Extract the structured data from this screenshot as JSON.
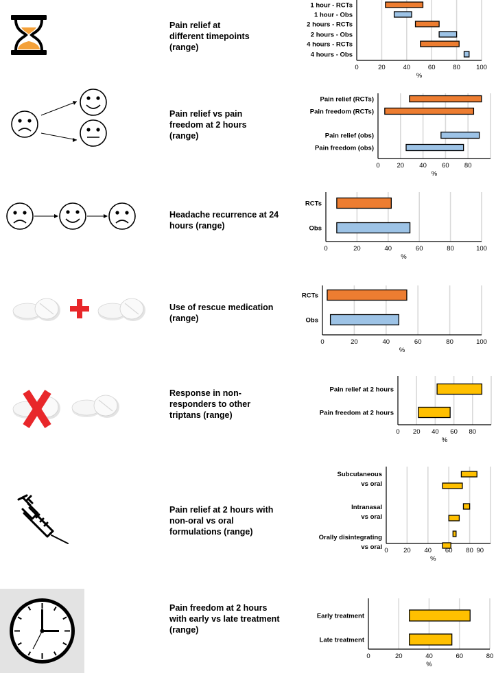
{
  "colors": {
    "orange": "#ED7D31",
    "blue": "#9DC3E6",
    "yellow": "#FFC000",
    "grid": "#D9D9D9"
  },
  "rows": [
    {
      "label": "Pain relief at\ndifferent timepoints\n(range)",
      "icon": "hourglass-icon"
    },
    {
      "label": "Pain relief vs pain\nfreedom at 2 hours\n(range)",
      "icon": "sad-to-happy-neutral-faces-icon"
    },
    {
      "label": "Headache recurrence at 24\nhours (range)",
      "icon": "sad-happy-sad-faces-icon"
    },
    {
      "label": "Use of rescue medication\n(range)",
      "icon": "two-pills-plus-icon"
    },
    {
      "label": "Response  in non-\nresponders to other\ntriptans (range)",
      "icon": "crossed-pill-icon"
    },
    {
      "label": "Pain relief at 2 hours with\nnon-oral vs oral\nformulations (range)",
      "icon": "syringe-icon"
    },
    {
      "label": "Pain freedom at 2 hours\nwith early vs late treatment\n(range)",
      "icon": "clock-icon"
    }
  ],
  "chart_data": [
    {
      "type": "bar",
      "orientation": "horizontal",
      "xlabel": "%",
      "xlim": [
        0,
        100
      ],
      "xticks": [
        0,
        20,
        40,
        60,
        80,
        100
      ],
      "bars": [
        {
          "label": "1 hour - RCTs",
          "range": [
            23,
            53
          ],
          "color": "orange"
        },
        {
          "label": "1 hour - Obs",
          "range": [
            30,
            44
          ],
          "color": "blue"
        },
        {
          "label": "2 hours - RCTs",
          "range": [
            47,
            66
          ],
          "color": "orange"
        },
        {
          "label": "2 hours - Obs",
          "range": [
            66,
            80
          ],
          "color": "blue"
        },
        {
          "label": "4 hours - RCTs",
          "range": [
            51,
            82
          ],
          "color": "orange"
        },
        {
          "label": "4 hours - Obs",
          "range": [
            86,
            90
          ],
          "color": "blue"
        }
      ]
    },
    {
      "type": "bar",
      "orientation": "horizontal",
      "xlabel": "%",
      "xlim": [
        0,
        100
      ],
      "xticks": [
        0,
        20,
        40,
        60,
        80
      ],
      "bars": [
        {
          "label": "Pain relief (RCTs)",
          "range": [
            28,
            92
          ],
          "color": "orange"
        },
        {
          "label": "Pain freedom (RCTs)",
          "range": [
            6,
            85
          ],
          "color": "orange"
        },
        {
          "label": "Pain relief (obs)",
          "range": [
            56,
            90
          ],
          "color": "blue"
        },
        {
          "label": "Pain freedom (obs)",
          "range": [
            25,
            76
          ],
          "color": "blue"
        }
      ]
    },
    {
      "type": "bar",
      "orientation": "horizontal",
      "xlabel": "%",
      "xlim": [
        0,
        100
      ],
      "xticks": [
        0,
        20,
        40,
        60,
        80,
        100
      ],
      "bars": [
        {
          "label": "RCTs",
          "range": [
            7,
            42
          ],
          "color": "orange"
        },
        {
          "label": "Obs",
          "range": [
            7,
            54
          ],
          "color": "blue"
        }
      ]
    },
    {
      "type": "bar",
      "orientation": "horizontal",
      "xlabel": "%",
      "xlim": [
        0,
        100
      ],
      "xticks": [
        0,
        20,
        40,
        60,
        80,
        100
      ],
      "bars": [
        {
          "label": "RCTs",
          "range": [
            3,
            53
          ],
          "color": "orange"
        },
        {
          "label": "Obs",
          "range": [
            5,
            48
          ],
          "color": "blue"
        }
      ]
    },
    {
      "type": "bar",
      "orientation": "horizontal",
      "xlabel": "%",
      "xlim": [
        0,
        100
      ],
      "xticks": [
        0,
        20,
        40,
        60,
        80
      ],
      "bars": [
        {
          "label": "Pain relief at 2 hours",
          "range": [
            42,
            90
          ],
          "color": "yellow"
        },
        {
          "label": "Pain freedom at 2 hours",
          "range": [
            22,
            56
          ],
          "color": "yellow"
        }
      ]
    },
    {
      "type": "bar",
      "orientation": "horizontal",
      "xlabel": "%",
      "xlim": [
        0,
        100
      ],
      "xticks": [
        0,
        20,
        40,
        60,
        80,
        90
      ],
      "groups": [
        "Subcutaneous\nvs oral",
        "Intranasal\nvs oral",
        "Orally disintegrating\nvs oral"
      ],
      "bars": [
        {
          "group": 0,
          "range": [
            72,
            87
          ],
          "color": "yellow"
        },
        {
          "group": 0,
          "range": [
            54,
            73
          ],
          "color": "yellow"
        },
        {
          "group": 1,
          "range": [
            74,
            80
          ],
          "color": "yellow"
        },
        {
          "group": 1,
          "range": [
            60,
            70
          ],
          "color": "yellow"
        },
        {
          "group": 2,
          "range": [
            64,
            67
          ],
          "color": "yellow"
        },
        {
          "group": 2,
          "range": [
            54,
            62
          ],
          "color": "yellow"
        }
      ]
    },
    {
      "type": "bar",
      "orientation": "horizontal",
      "xlabel": "%",
      "xlim": [
        0,
        80
      ],
      "xticks": [
        0,
        20,
        40,
        60,
        80
      ],
      "bars": [
        {
          "label": "Early treatment",
          "range": [
            27,
            67
          ],
          "color": "yellow"
        },
        {
          "label": "Late treatment",
          "range": [
            27,
            55
          ],
          "color": "yellow"
        }
      ]
    }
  ]
}
